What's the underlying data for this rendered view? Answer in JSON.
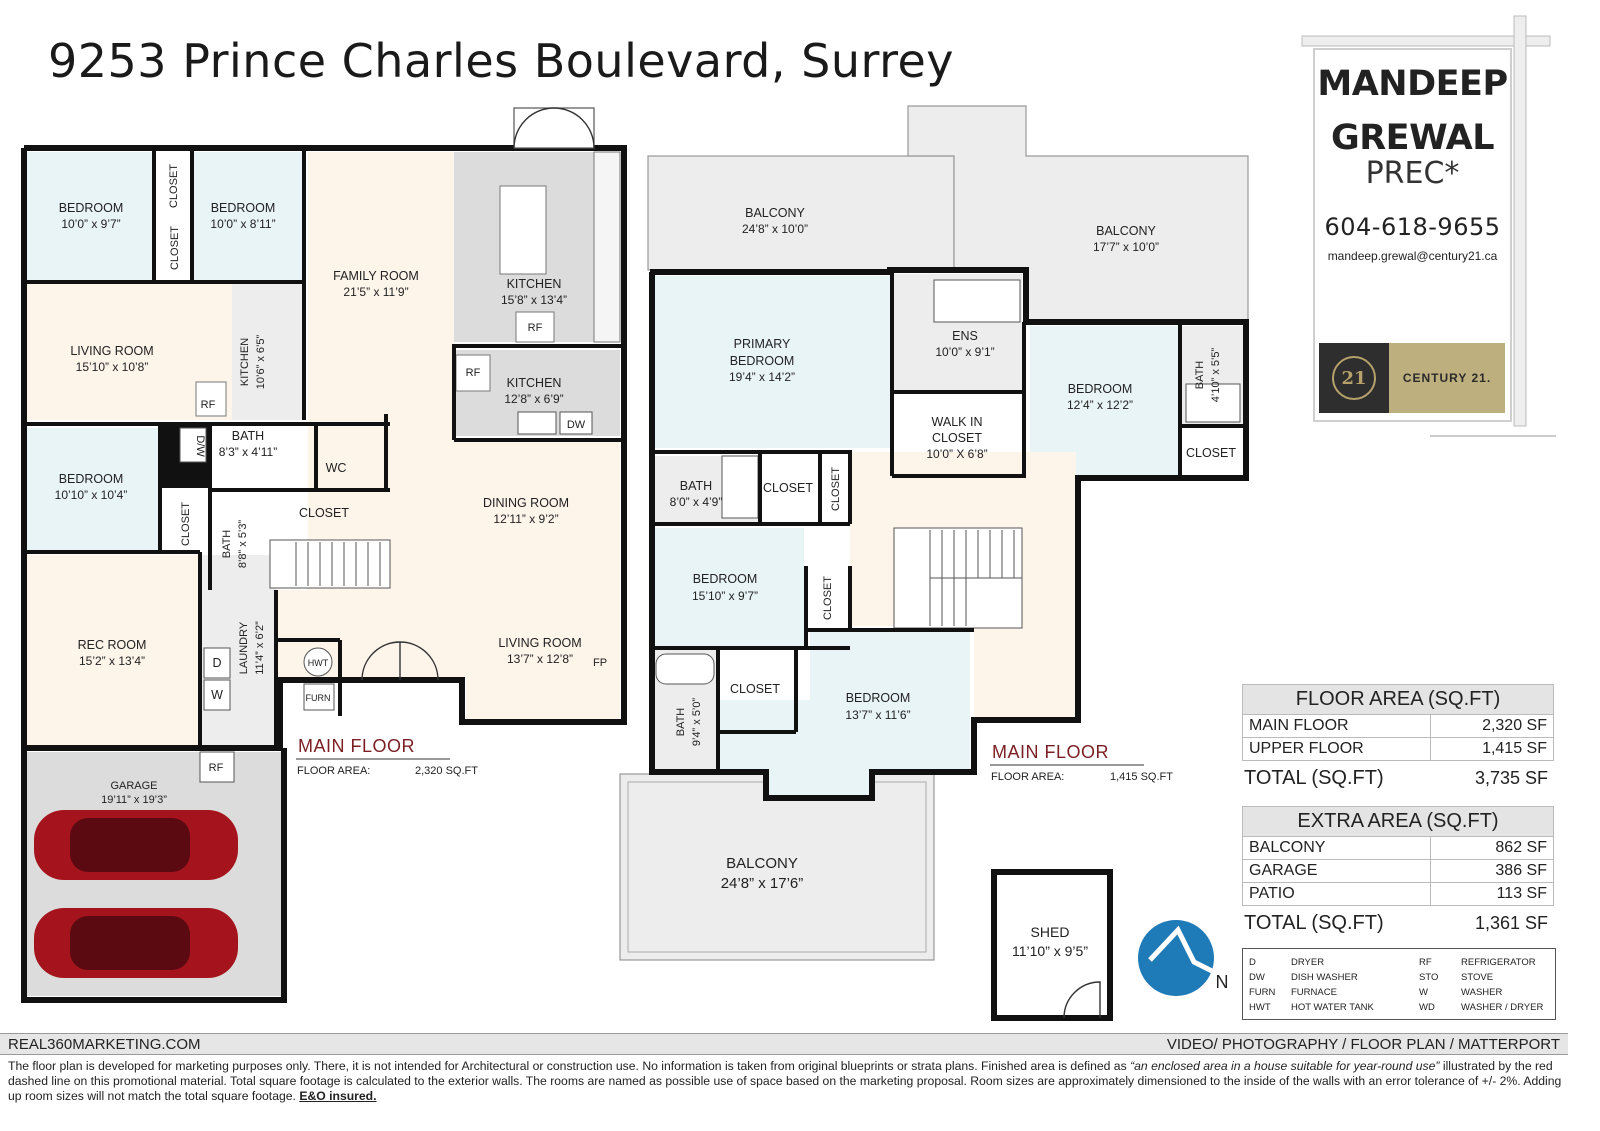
{
  "title": "9253 Prince Charles Boulevard, Surrey",
  "agent": {
    "name_line1": "MANDEEP",
    "name_line2": "GREWAL",
    "designation": "PREC*",
    "phone": "604-618-9655",
    "email": "mandeep.grewal@century21.ca",
    "brand": "CENTURY 21.",
    "logo_text": "21"
  },
  "main_floor": {
    "heading": "MAIN FLOOR",
    "area_label": "FLOOR AREA:",
    "area_value": "2,320 SQ.FT",
    "rooms": {
      "bedroom1": {
        "name": "BEDROOM",
        "dim": "10’0” x 9’7”"
      },
      "bedroom2": {
        "name": "BEDROOM",
        "dim": "10’0” x 8’11”"
      },
      "closet_a": "CLOSET",
      "closet_b": "CLOSET",
      "living1": {
        "name": "LIVING ROOM",
        "dim": "15’10” x 10’8”"
      },
      "kitchen_side": {
        "name": "KITCHEN",
        "dim": "10’6” x 6’5”"
      },
      "rf_a": "RF",
      "bedroom3": {
        "name": "BEDROOM",
        "dim": "10’10” x 10’4”"
      },
      "closet_c": "CLOSET",
      "dw_a": "D/W",
      "bath1": {
        "name": "BATH",
        "dim": "8’3” x 4’11”"
      },
      "wc": "WC",
      "bath2": {
        "name": "BATH",
        "dim": "8’8” x 5’3”"
      },
      "closet_d": "CLOSET",
      "rec": {
        "name": "REC ROOM",
        "dim": "15’2” x 13’4”"
      },
      "laundry": {
        "name": "LAUNDRY",
        "dim": "11’4” x 6’2”"
      },
      "d": "D",
      "w": "W",
      "hwt": "HWT",
      "furn": "FURN",
      "family": {
        "name": "FAMILY ROOM",
        "dim": "21’5” x 11’9”"
      },
      "kitchen1": {
        "name": "KITCHEN",
        "dim": "15’8” x 13’4”"
      },
      "rf_b": "RF",
      "kitchen2": {
        "name": "KITCHEN",
        "dim": "12’8” x 6’9”"
      },
      "rf_c": "RF",
      "dw_b": "DW",
      "dining": {
        "name": "DINING ROOM",
        "dim": "12’11” x 9’2”"
      },
      "living2": {
        "name": "LIVING ROOM",
        "dim": "13’7” x 12’8”"
      },
      "fp": "FP",
      "garage": {
        "name": "GARAGE",
        "dim": "19’11” x 19’3”"
      },
      "rf_d": "RF"
    }
  },
  "upper_floor": {
    "heading": "MAIN FLOOR",
    "area_label": "FLOOR AREA:",
    "area_value": "1,415 SQ.FT",
    "rooms": {
      "balcony1": {
        "name": "BALCONY",
        "dim": "24’8” x 10’0”"
      },
      "balcony2": {
        "name": "BALCONY",
        "dim": "17’7” x 10’0”"
      },
      "primary": {
        "name1": "PRIMARY",
        "name2": "BEDROOM",
        "dim": "19’4” x 14’2”"
      },
      "ens": {
        "name": "ENS",
        "dim": "10’0” x 9’1”"
      },
      "wic": {
        "name1": "WALK IN",
        "name2": "CLOSET",
        "dim": "10’0” X 6’8”"
      },
      "bedroom4": {
        "name": "BEDROOM",
        "dim": "12’4” x 12’2”"
      },
      "bath3": {
        "name": "BATH",
        "dim": "4’10” x 5’5”"
      },
      "closet_e": "CLOSET",
      "bath4": {
        "name": "BATH",
        "dim": "8’0” x 4’9”"
      },
      "closet_f": "CLOSET",
      "closet_g": "CLOSET",
      "bedroom5": {
        "name": "BEDROOM",
        "dim": "15’10” x 9’7”"
      },
      "closet_h": "CLOSET",
      "closet_i": "CLOSET",
      "bath5": {
        "name": "BATH",
        "dim": "9’4” x 5’0”"
      },
      "bedroom6": {
        "name": "BEDROOM",
        "dim": "13’7” x 11’6”"
      },
      "balcony3": {
        "name": "BALCONY",
        "dim": "24’8” x 17’6”"
      },
      "shed": {
        "name": "SHED",
        "dim": "11’10” x 9’5”"
      },
      "north": "N"
    }
  },
  "floor_area": {
    "heading": "FLOOR AREA (SQ.FT)",
    "rows": [
      {
        "label": "MAIN FLOOR",
        "value": "2,320 SF"
      },
      {
        "label": "UPPER FLOOR",
        "value": "1,415 SF"
      }
    ],
    "total_label": "TOTAL (SQ.FT)",
    "total_value": "3,735 SF"
  },
  "extra_area": {
    "heading": "EXTRA AREA (SQ.FT)",
    "rows": [
      {
        "label": "BALCONY",
        "value": "862 SF"
      },
      {
        "label": "GARAGE",
        "value": "386 SF"
      },
      {
        "label": "PATIO",
        "value": "113 SF"
      }
    ],
    "total_label": "TOTAL (SQ.FT)",
    "total_value": "1,361 SF"
  },
  "legend": [
    {
      "code": "D",
      "meaning": "DRYER"
    },
    {
      "code": "DW",
      "meaning": "DISH WASHER"
    },
    {
      "code": "FURN",
      "meaning": "FURNACE"
    },
    {
      "code": "HWT",
      "meaning": "HOT WATER TANK"
    },
    {
      "code": "RF",
      "meaning": "REFRIGERATOR"
    },
    {
      "code": "STO",
      "meaning": "STOVE"
    },
    {
      "code": "W",
      "meaning": "WASHER"
    },
    {
      "code": "WD",
      "meaning": "WASHER / DRYER"
    }
  ],
  "footer": {
    "website": "REAL360MARKETING.COM",
    "services": "VIDEO/ PHOTOGRAPHY / FLOOR PLAN / MATTERPORT",
    "disclaimer_1": "The floor plan is developed for marketing purposes only. There, it is not intended for Architectural or construction use. No information is  taken from original blueprints or strata plans. Finished area is defined as ",
    "disclaimer_quote": "“an enclosed area in a house suitable for year-round use”",
    "disclaimer_2": " illustrated by the red dashed line on this promotional material. Total square footage is calculated to the exterior walls. The rooms are named as possible use of space based on the marketing proposal. Room sizes are approximately dimensioned to the inside of the walls with an error tolerance of +/- 2%. Adding up room sizes will not match the total square footage. ",
    "eo": "E&O insured."
  },
  "colors": {
    "bedroom": "#e9f4f7",
    "living": "#fdf4ea",
    "kitchen": "#dcdcdc",
    "service": "#ededed",
    "wall": "#111111",
    "accent": "#7b1f24",
    "car": "#a5141d",
    "compass": "#1f7ab8"
  }
}
